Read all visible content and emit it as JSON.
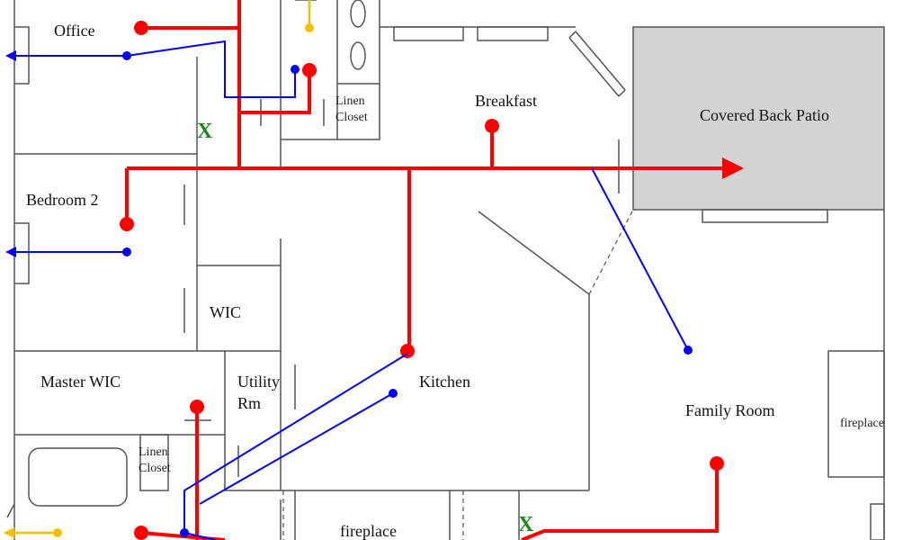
{
  "rooms": {
    "office": "Office",
    "bedroom2": "Bedroom 2",
    "linen_top_1": "Linen",
    "linen_top_2": "Closet",
    "breakfast": "Breakfast",
    "patio": "Covered Back Patio",
    "wic": "WIC",
    "master_wic": "Master WIC",
    "utility_1": "Utility",
    "utility_2": "Rm",
    "kitchen": "Kitchen",
    "family_room": "Family Room",
    "fireplace_right": "fireplace",
    "linen_bottom_1": "Linen",
    "linen_bottom_2": "Closet",
    "fireplace_bottom": "fireplace"
  },
  "markers": {
    "x1": "X",
    "x2": "X"
  },
  "colors": {
    "supply": "#ff0000",
    "return": "#0000ff",
    "other": "#f5c000",
    "marker": "#1a8a1a",
    "patio": "#d3d3d3"
  }
}
